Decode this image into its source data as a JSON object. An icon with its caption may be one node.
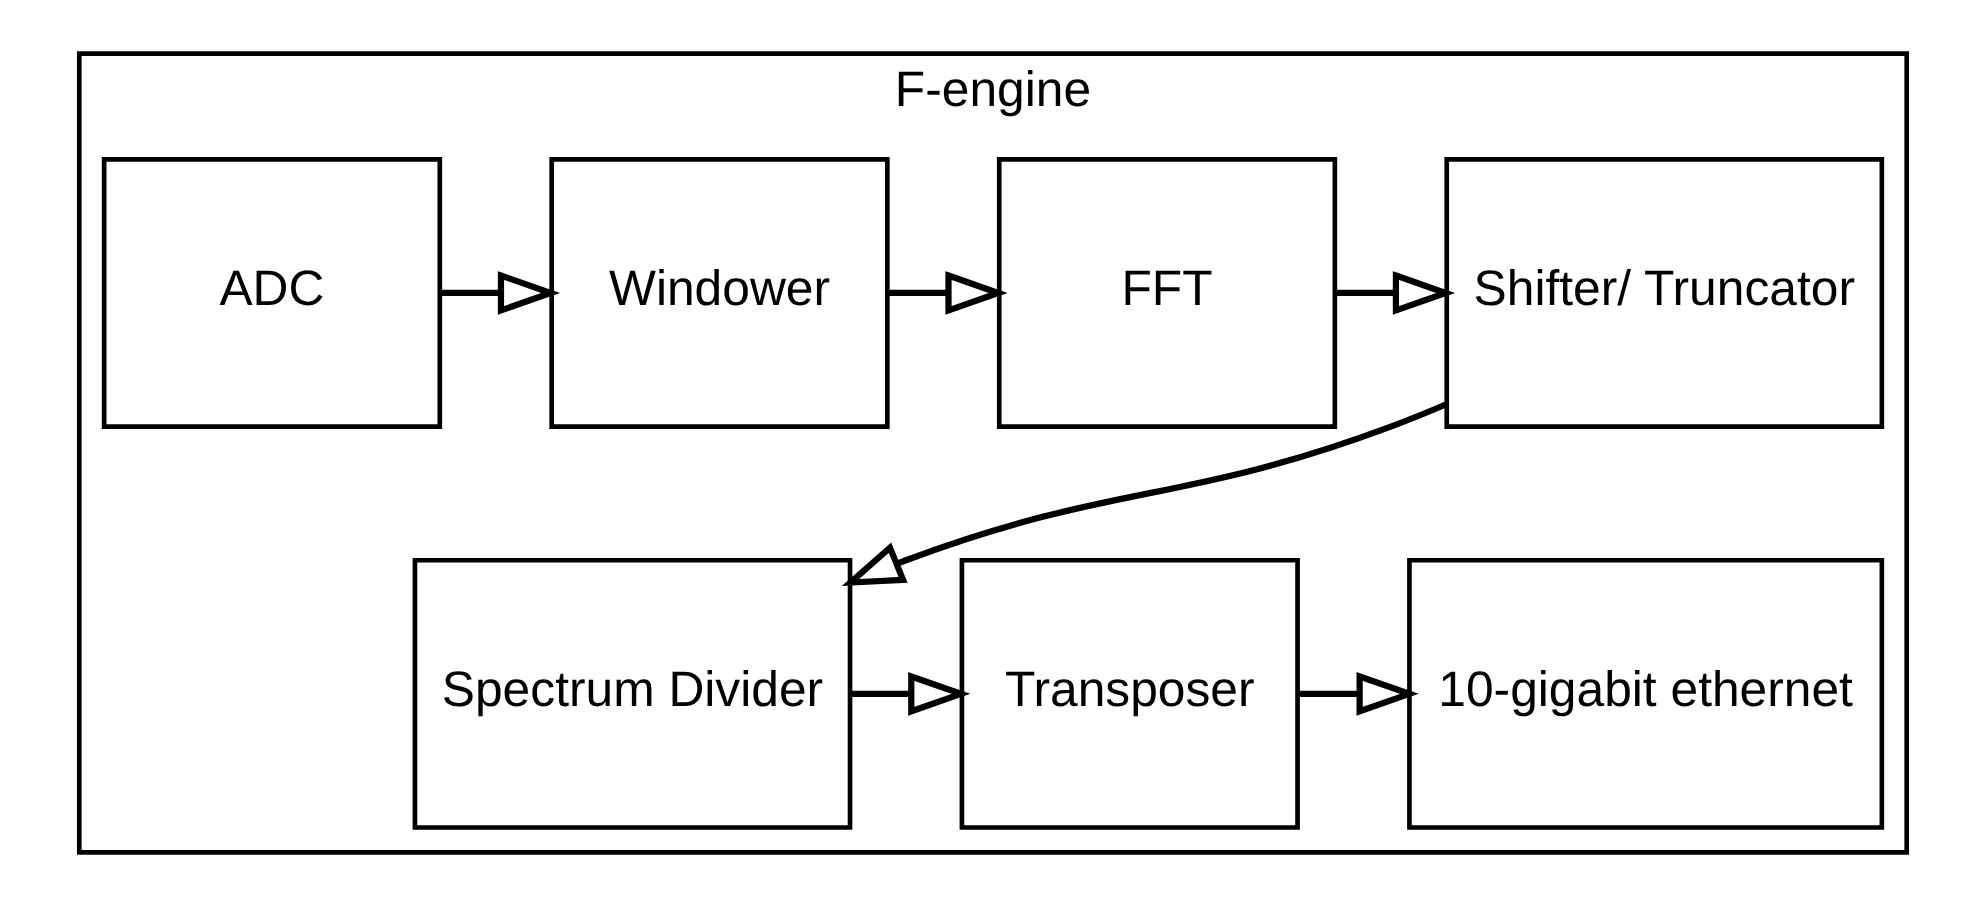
{
  "diagram": {
    "nodes": [
      {
        "text": [
          "F-engine"
        ]
      },
      {
        "text": [
          "ADC"
        ],
        "in": 0
      },
      {
        "text": [
          "Windower"
        ],
        "in": 0
      },
      {
        "text": [
          "FFT"
        ],
        "in": 0
      },
      {
        "text": [
          "Shifter/ Truncator"
        ],
        "in": 0
      },
      {
        "text": [
          "Spectrum Divider"
        ],
        "in": 0
      },
      {
        "text": [
          "Transposer"
        ],
        "in": 0
      },
      {
        "text": [
          "10-gigabit ethernet"
        ],
        "in": 0
      }
    ],
    "edges": [
      {
        "from": 1,
        "to": 2,
        "arrow": "to"
      },
      {
        "from": 2,
        "to": 3,
        "arrow": "to"
      },
      {
        "from": 3,
        "to": 4,
        "arrow": "to"
      },
      {
        "from": 4,
        "to": 5,
        "arrow": "to"
      },
      {
        "from": 5,
        "to": 6,
        "arrow": "to"
      },
      {
        "from": 6,
        "to": 7,
        "arrow": "to"
      }
    ]
  }
}
